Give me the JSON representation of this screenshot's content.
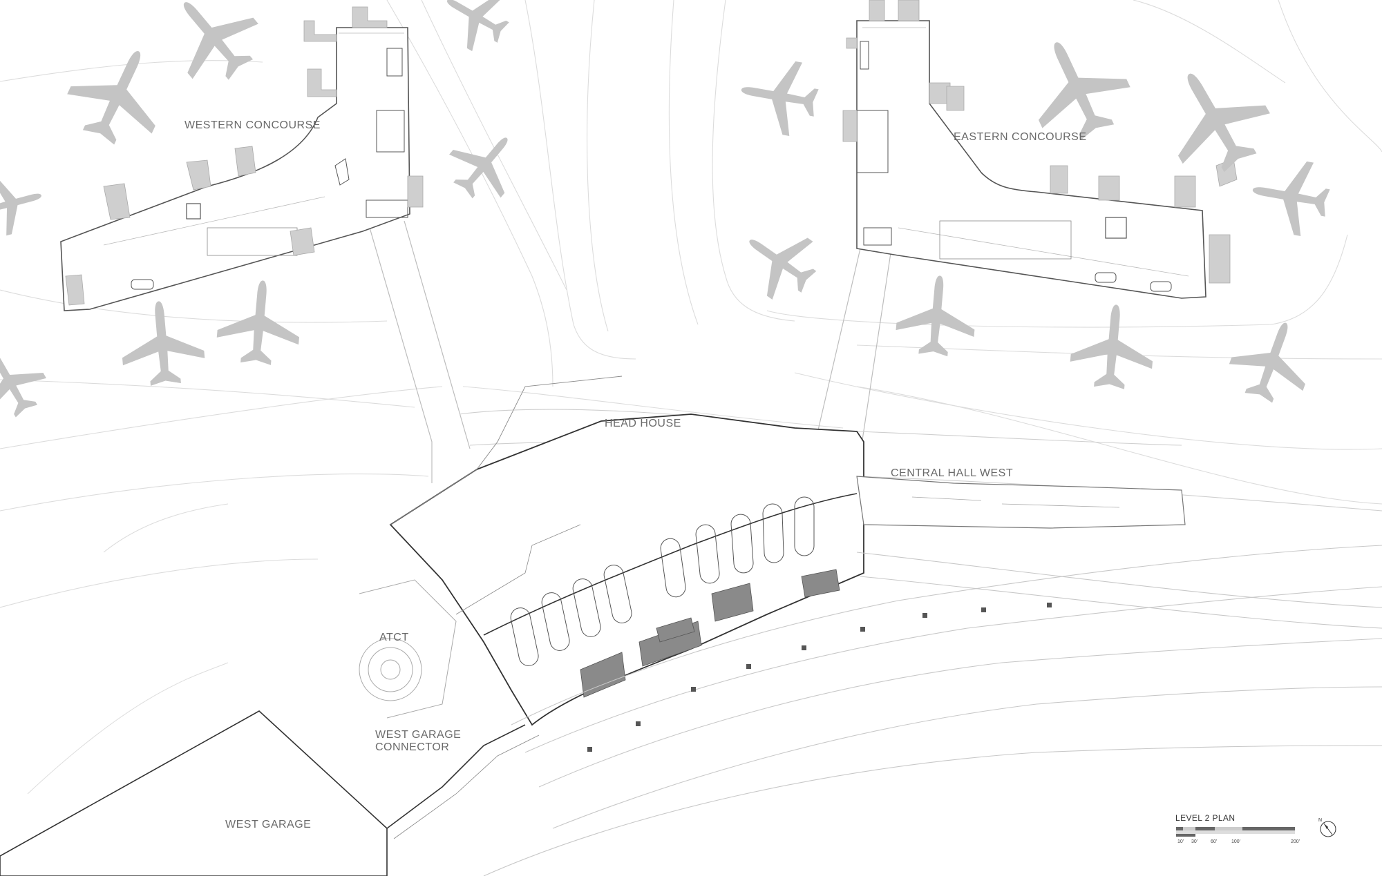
{
  "drawing": {
    "labels": {
      "western_concourse": "WESTERN CONCOURSE",
      "eastern_concourse": "EASTERN CONCOURSE",
      "head_house": "HEAD HOUSE",
      "central_hall_west": "CENTRAL HALL WEST",
      "atct": "ATCT",
      "west_garage_connector": "WEST GARAGE\nCONNECTOR",
      "west_garage": "WEST GARAGE"
    },
    "legend": {
      "title": "LEVEL 2 PLAN",
      "scale_ticks": [
        "10'",
        "30'",
        "60'",
        "100'",
        "200'"
      ],
      "north_label": "N"
    },
    "colors": {
      "background": "#ffffff",
      "airplane": "#c4c4c4",
      "linework": "#9a9a9a",
      "heavy_line": "#333333",
      "label_text": "#6a6a6a"
    },
    "icons": [
      "airplane-icon",
      "north-arrow-icon"
    ]
  }
}
